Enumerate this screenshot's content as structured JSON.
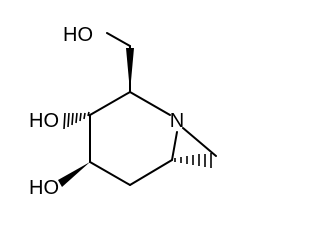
{
  "molecule": {
    "atoms": {
      "hydroxymethyl_oh": "HO",
      "c3_oh": "HO",
      "c4_oh": "HO",
      "ring_nitrogen": "N"
    }
  }
}
